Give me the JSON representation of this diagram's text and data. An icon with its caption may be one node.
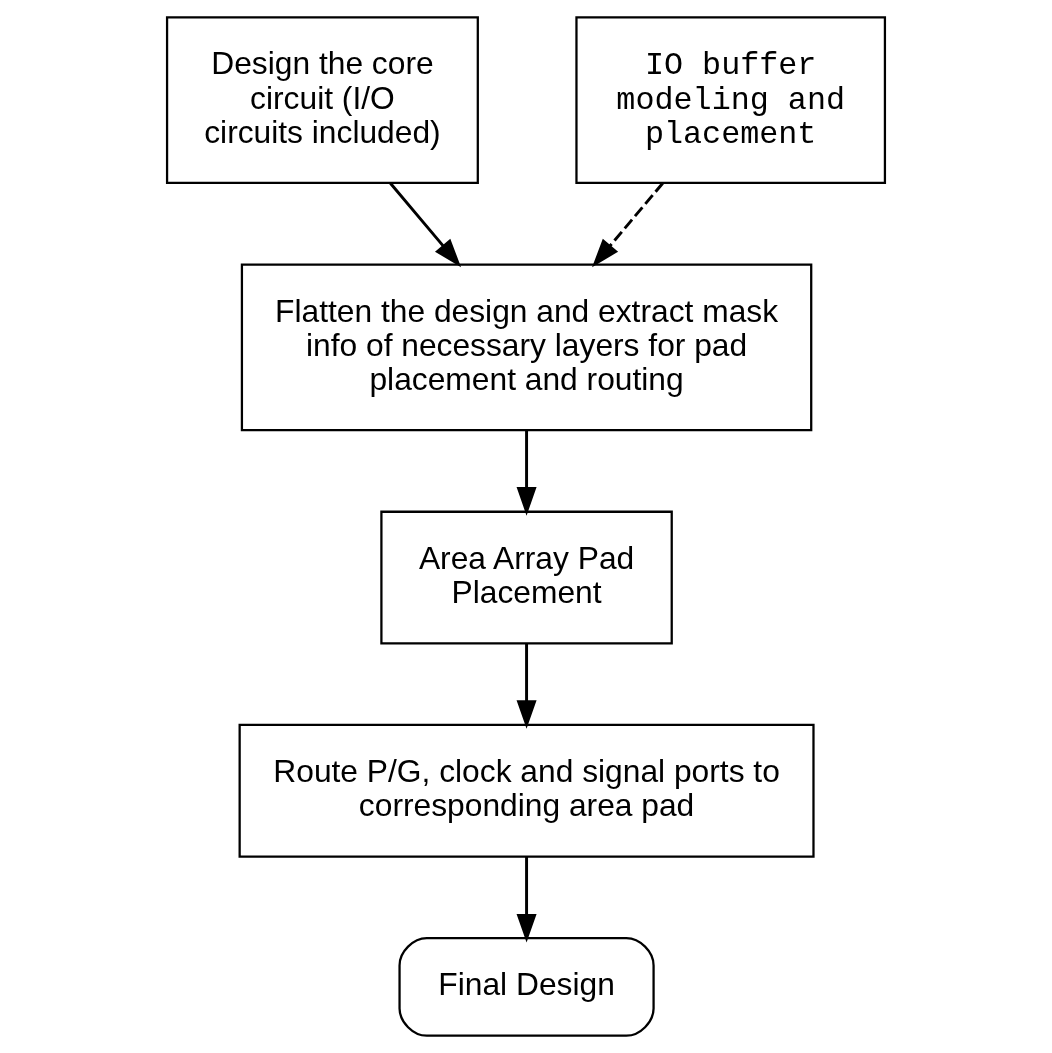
{
  "diagram": {
    "nodes": [
      {
        "text": [
          "Design the core circuit (I/O circuits included)"
        ]
      },
      {
        "text": [
          "IO buffer modeling and placement"
        ]
      },
      {
        "text": [
          "Flatten the design and extract mask info of necessary layers for pad placement and routing"
        ]
      },
      {
        "text": [
          "Area Array Pad Placement"
        ]
      },
      {
        "text": [
          "Route P/G, clock and signal ports to corresponding area pad"
        ]
      },
      {
        "text": [
          "Final Design"
        ]
      }
    ],
    "edges": [
      {
        "from": 0,
        "to": 2,
        "arrow": "to"
      },
      {
        "from": 1,
        "to": 2,
        "arrow": "to",
        "style": "dashed"
      },
      {
        "from": 2,
        "to": 3,
        "arrow": "to"
      },
      {
        "from": 3,
        "to": 4,
        "arrow": "to"
      },
      {
        "from": 4,
        "to": 5,
        "arrow": "to"
      }
    ]
  }
}
